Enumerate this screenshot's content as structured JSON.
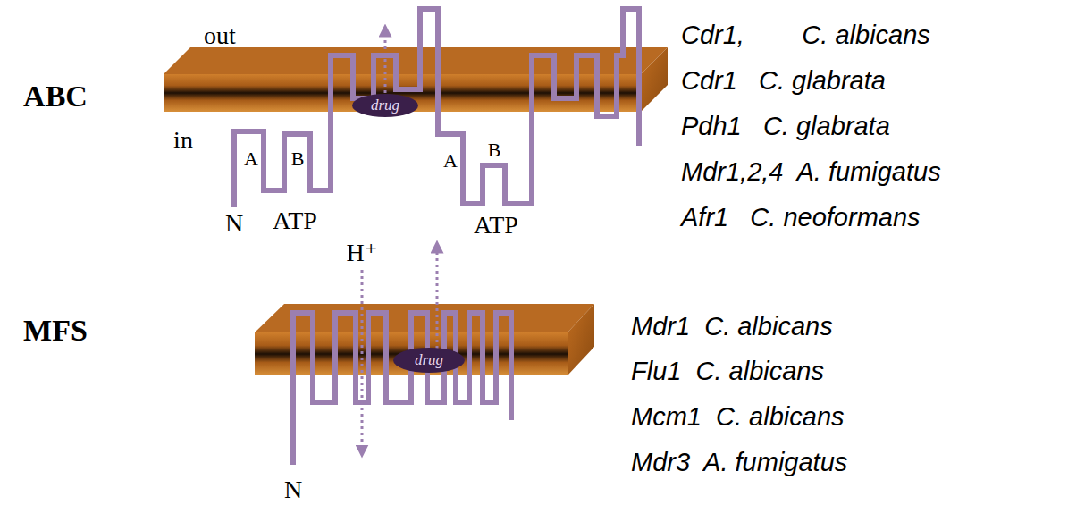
{
  "diagram": {
    "nodes": [
      {
        "text": [
          "drug"
        ]
      },
      {
        "text": [
          "drug"
        ]
      }
    ],
    "labels": [
      "ABC",
      "out",
      "in",
      "A",
      "B",
      "A",
      "B",
      "N",
      "ATP",
      "ATP",
      "Cdr1,        C. albicans",
      "Cdr1   C. glabrata",
      "Pdh1   C. glabrata",
      "Mdr1,2,4  A. fumigatus",
      "Afr1   C. neoformans",
      "MFS",
      "H⁺",
      "N",
      "Mdr1  C. albicans",
      "Flu1  C. albicans",
      "Mcm1  C. albicans",
      "Mdr3  A. fumigatus"
    ]
  }
}
